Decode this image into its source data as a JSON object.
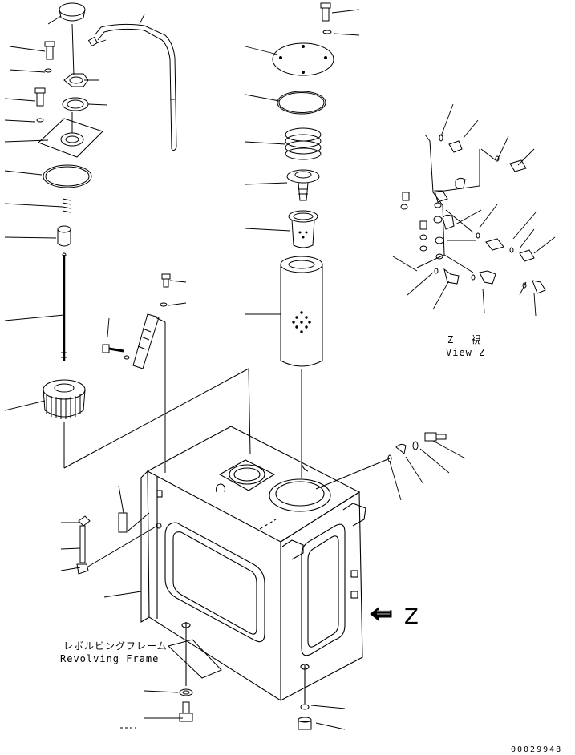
{
  "view_label": {
    "title": "Z　 視",
    "subtitle": "View Z"
  },
  "revolving_frame_label": {
    "japanese": "レボルビングフレーム",
    "english": "Revolving Frame"
  },
  "view_direction_letter": "Z",
  "drawing_number": "00029948",
  "colors": {
    "line": "#000000",
    "background": "#ffffff"
  },
  "icons": {
    "view_arrow": "view-direction-arrow-icon"
  }
}
